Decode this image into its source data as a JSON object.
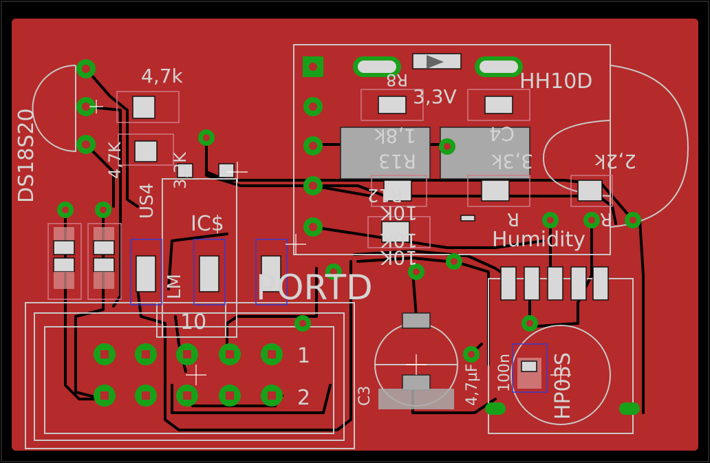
{
  "board": {
    "colors": {
      "background": "#000000",
      "copper": "#b52a2a",
      "pad": "#19a019",
      "silkscreen": "#c8c8c8"
    }
  },
  "labels": {
    "ds18s20": "DS18S20",
    "r_4k7": "4,7K",
    "r_4k7_top": "4,7k",
    "r_3k3": "3,3K",
    "us4": "US4",
    "ic": "IC$",
    "lm": "LM",
    "portd": "PORTD",
    "pin1": "1",
    "pin2": "2",
    "ten": "10",
    "c3": "C3",
    "cap_4u7": "4,7µF",
    "cap_100n": "100n",
    "hp03s": "HP03S",
    "v33": "3,3V",
    "hh10d": "HH10D",
    "r8": "R8",
    "c4": "C4",
    "r13": "R13",
    "r_18k": "1,8k",
    "r_33k": "3,3k",
    "r_22k": "2,2k",
    "r12": "R12",
    "r_10k_a": "10K",
    "r_10k_b": "10K",
    "r_10k_c": "10K",
    "humidity": "Humidity",
    "r_right": "R",
    "r_mid": "R"
  }
}
